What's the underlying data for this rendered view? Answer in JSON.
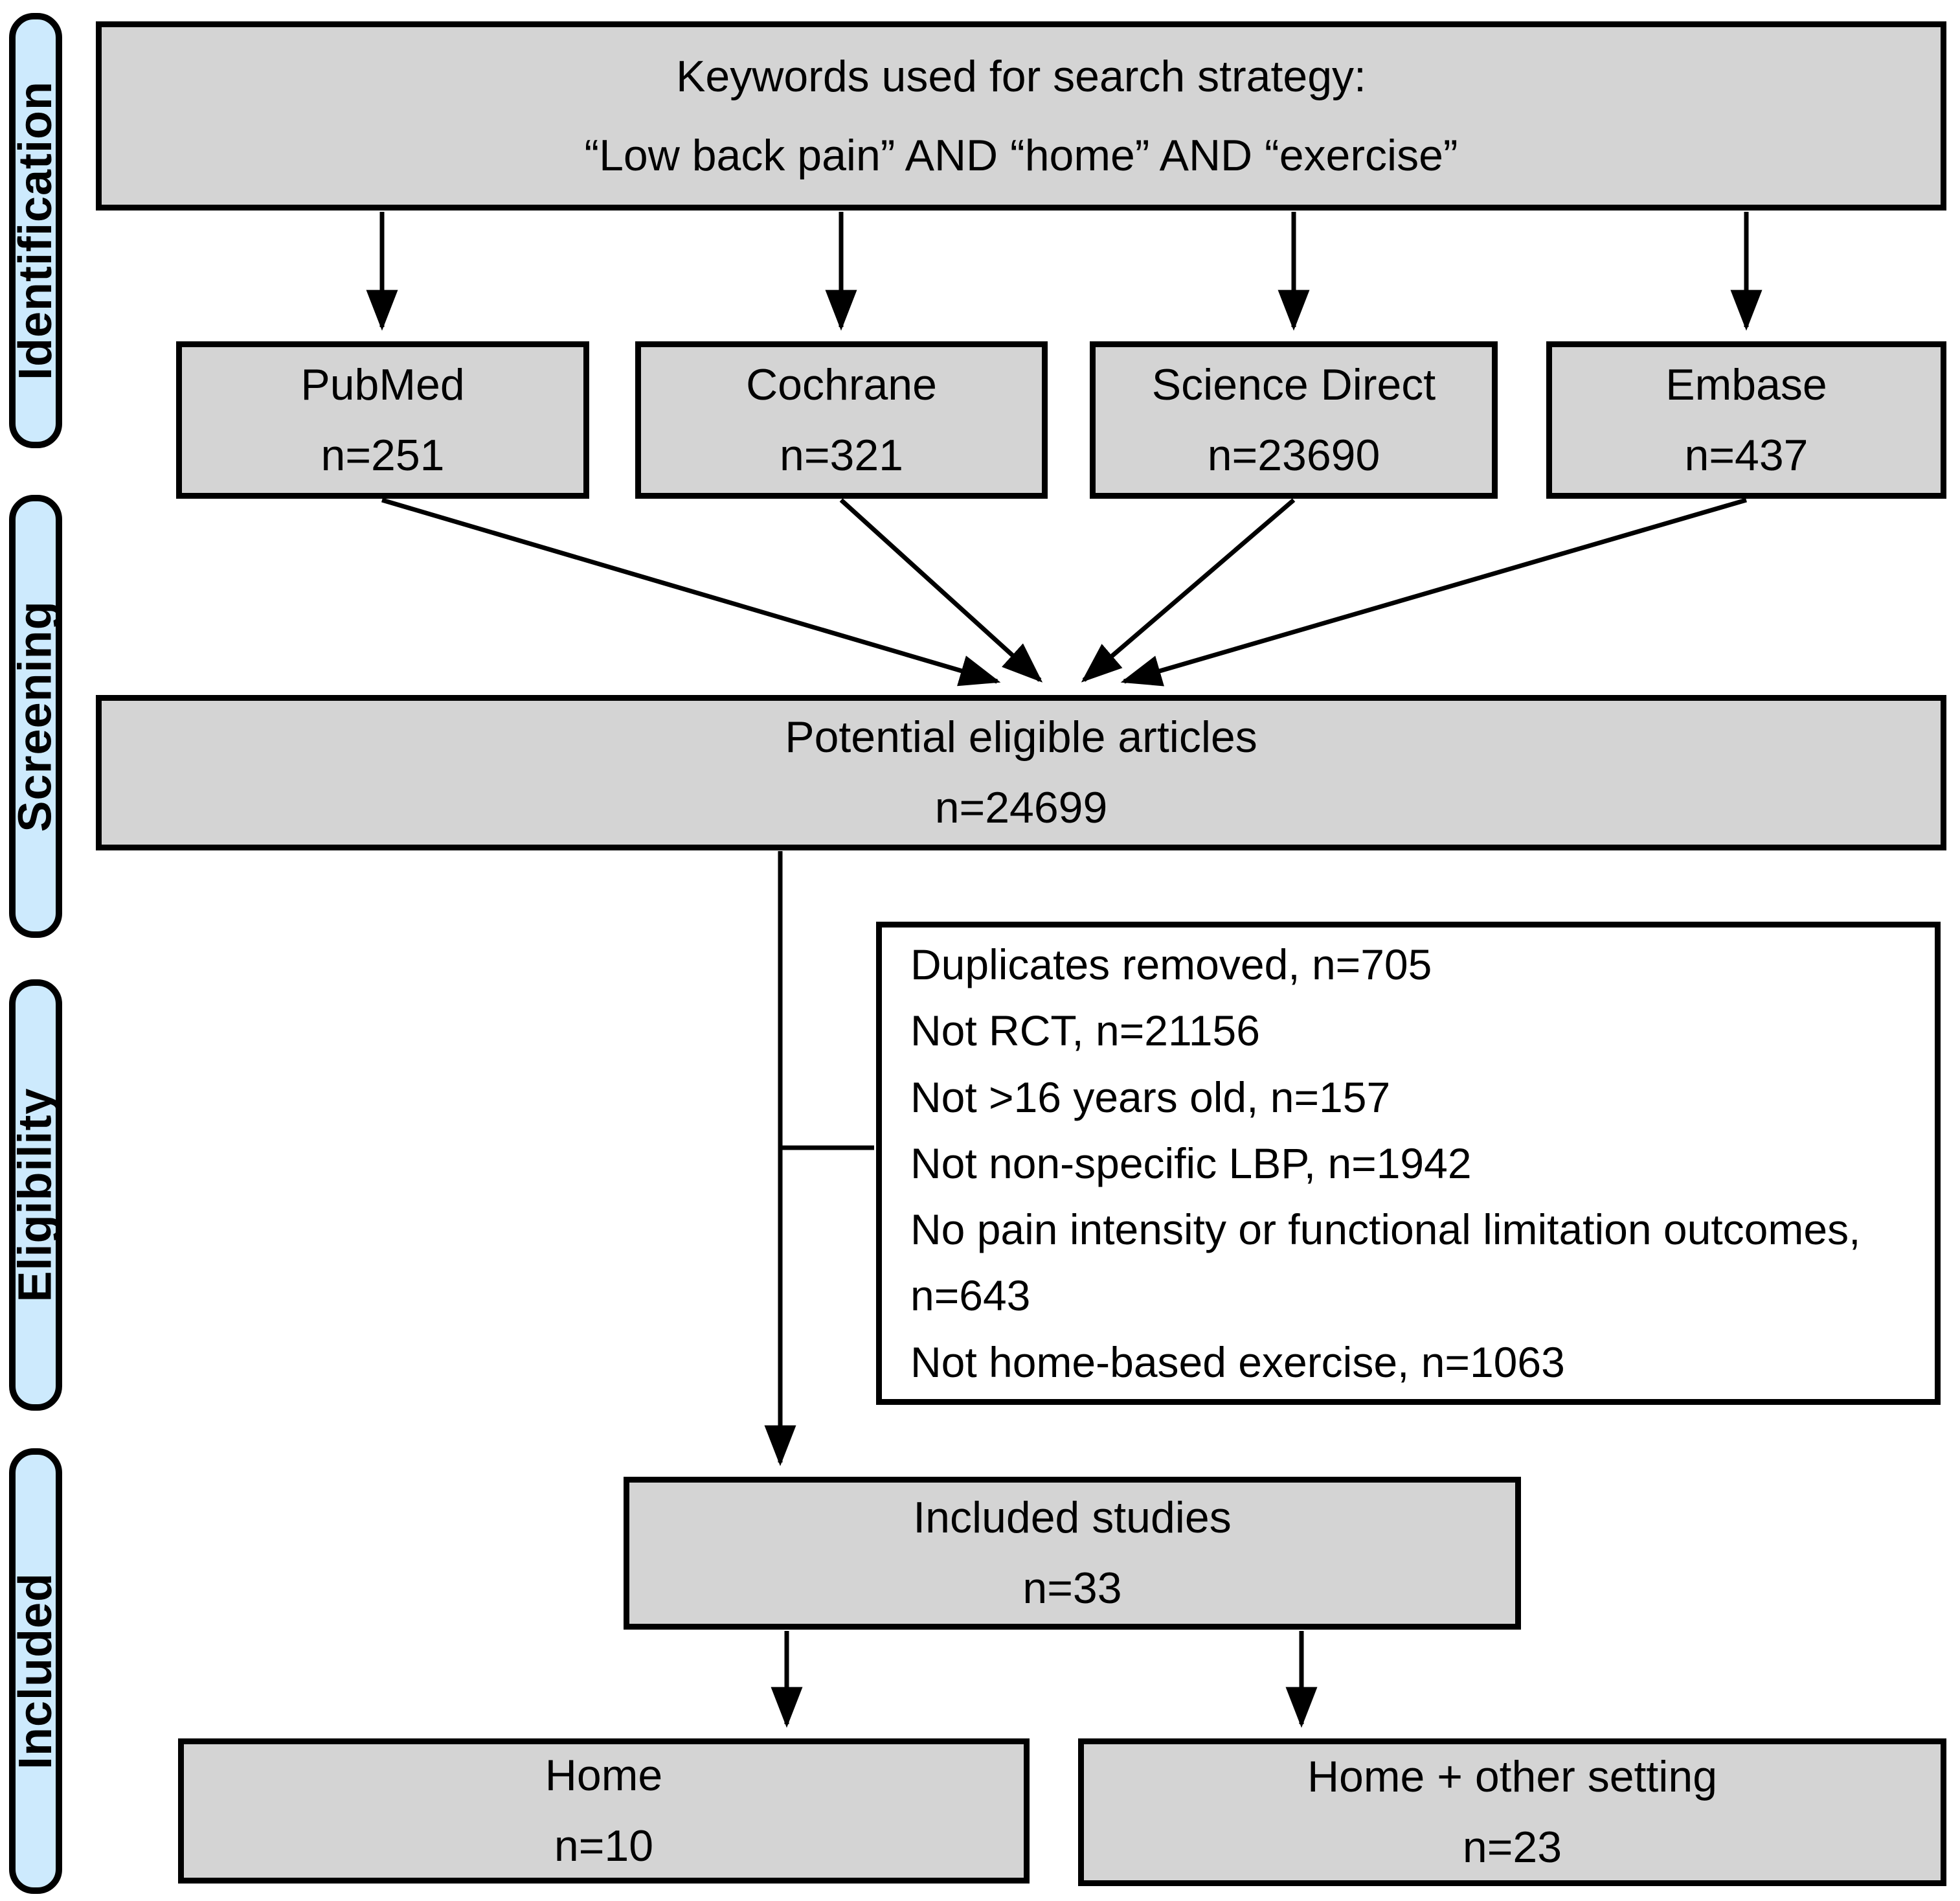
{
  "sidebar": {
    "stages": [
      {
        "label": "Identification"
      },
      {
        "label": "Screening"
      },
      {
        "label": "Eligibility"
      },
      {
        "label": "Included"
      }
    ]
  },
  "diagram": {
    "keywords_box": {
      "line1": "Keywords used for search strategy:",
      "line2": "“Low back pain” AND “home” AND “exercise”"
    },
    "databases": [
      {
        "name": "PubMed",
        "count": "n=251"
      },
      {
        "name": "Cochrane",
        "count": "n=321"
      },
      {
        "name": "Science Direct",
        "count": "n=23690"
      },
      {
        "name": "Embase",
        "count": "n=437"
      }
    ],
    "potential_box": {
      "title": "Potential eligible articles",
      "count": "n=24699"
    },
    "exclusion_box": {
      "items": [
        "Duplicates removed, n=705",
        "Not RCT, n=21156",
        "Not >16 years old, n=157",
        "Not non-specific LBP, n=1942",
        "No pain intensity or functional limitation outcomes, n=643",
        "Not home-based exercise, n=1063"
      ]
    },
    "included_box": {
      "title": "Included studies",
      "count": "n=33"
    },
    "outcomes": [
      {
        "title": "Home",
        "count": "n=10"
      },
      {
        "title": "Home + other setting",
        "count": "n=23"
      }
    ]
  },
  "colors": {
    "box_fill": "#d4d4d4",
    "sidebar_fill": "#cdeafd",
    "border": "#000000",
    "exclusion_fill": "#ffffff"
  }
}
